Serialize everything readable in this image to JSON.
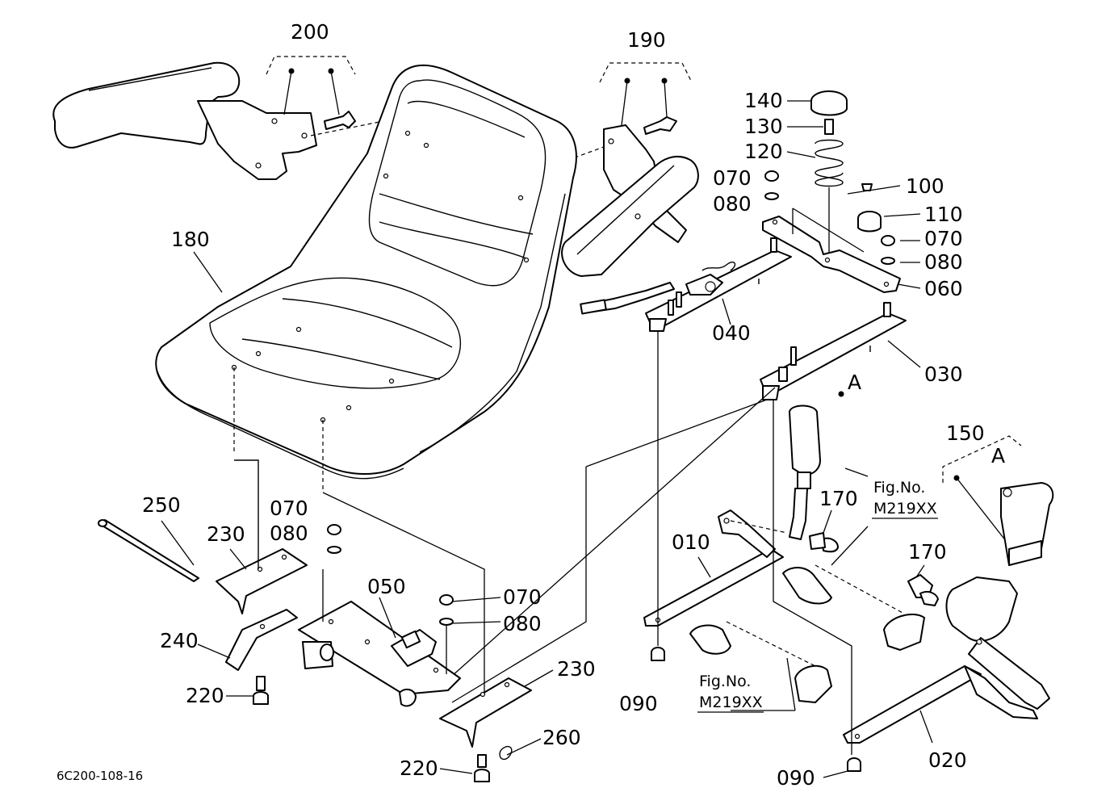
{
  "labels": {
    "l200": "200",
    "l190": "190",
    "l140": "140",
    "l130": "130",
    "l120": "120",
    "l070a": "070",
    "l080a": "080",
    "l100": "100",
    "l110": "110",
    "l070b": "070",
    "l080b": "080",
    "l060": "060",
    "l040": "040",
    "l030": "030",
    "l180": "180",
    "lA1": "A",
    "l150": "150",
    "lA2": "A",
    "l250": "250",
    "l230a": "230",
    "l070c": "070",
    "l080c": "080",
    "l050": "050",
    "l070d": "070",
    "l080d": "080",
    "l240": "240",
    "l220a": "220",
    "l230b": "230",
    "l260": "260",
    "l220b": "220",
    "l170a": "170",
    "l170b": "170",
    "l010": "010",
    "l090a": "090",
    "l090b": "090",
    "l020": "020",
    "fig1_title": "Fig.No.",
    "fig1_code": "M219XX",
    "fig2_title": "Fig.No.",
    "fig2_code": "M219XX",
    "drawing_code": "6C200-108-16"
  }
}
